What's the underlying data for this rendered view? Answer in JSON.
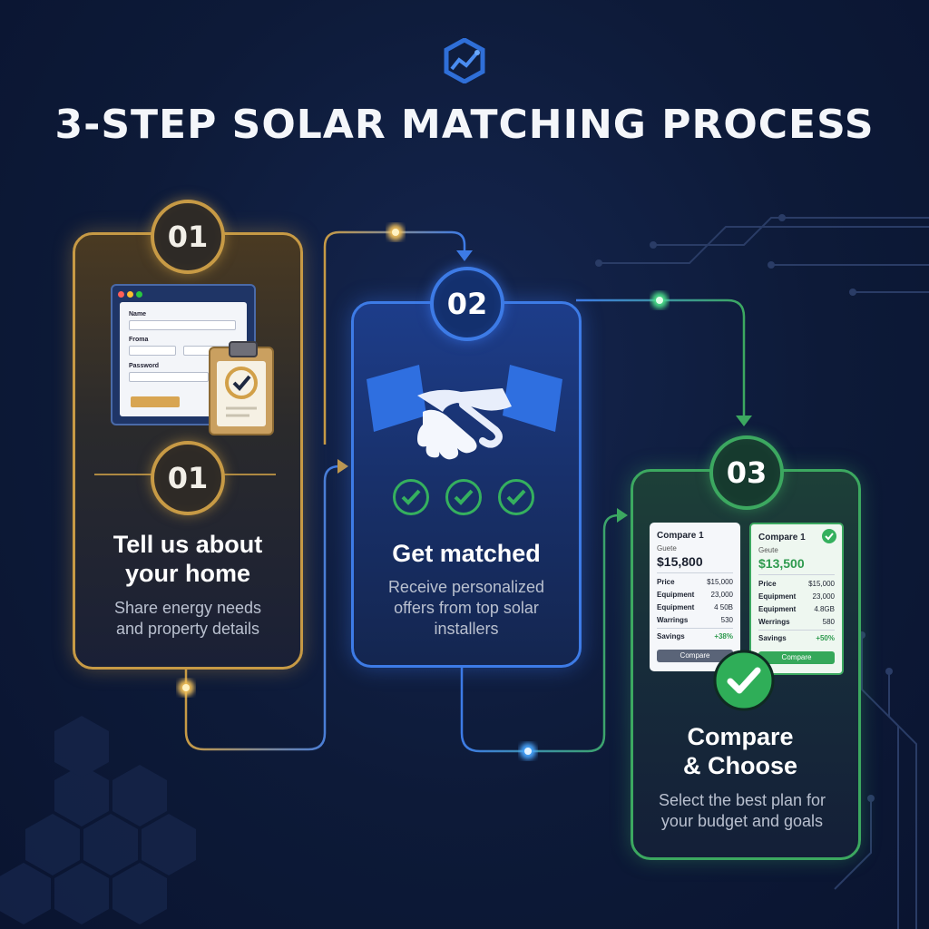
{
  "title": "3-STEP SOLAR MATCHING PROCESS",
  "colors": {
    "gold": "#c79a45",
    "blue": "#3d7be6",
    "green": "#3ca860",
    "background": "#0d1a38"
  },
  "icons": [
    "logo-icon",
    "form-window-icon",
    "clipboard-check-icon",
    "handshake-icon",
    "check-icon",
    "big-check-icon"
  ],
  "steps": [
    {
      "number": "01",
      "secondary_number": "01",
      "heading_line1": "Tell us about",
      "heading_line2": "your home",
      "desc_line1": "Share energy needs",
      "desc_line2": "and property details",
      "form": {
        "label1": "Name",
        "label2": "Froma",
        "label3": "Password"
      }
    },
    {
      "number": "02",
      "heading": "Get matched",
      "desc_line1": "Receive personalized",
      "desc_line2": "offers from top solar",
      "desc_line3": "installers"
    },
    {
      "number": "03",
      "heading_line1": "Compare",
      "heading_line2": "& Choose",
      "desc_line1": "Select the best plan for",
      "desc_line2": "your budget and goals",
      "quotes": [
        {
          "title": "Compare 1",
          "sub": "Guete",
          "price": "$15,800",
          "rows": [
            [
              "Price",
              "$15,000"
            ],
            [
              "Equipment",
              "23,000"
            ],
            [
              "Equipment",
              "4 50B"
            ],
            [
              "Warrings",
              "530"
            ]
          ],
          "savings_label": "Savings",
          "savings": "+38%",
          "button": "Compare"
        },
        {
          "title": "Compare 1",
          "sub": "Geute",
          "price": "$13,500",
          "rows": [
            [
              "Price",
              "$15,000"
            ],
            [
              "Equipment",
              "23,000"
            ],
            [
              "Equipment",
              "4.8GB"
            ],
            [
              "Werrings",
              "580"
            ]
          ],
          "savings_label": "Savings",
          "savings": "+50%",
          "button": "Compare"
        }
      ]
    }
  ]
}
